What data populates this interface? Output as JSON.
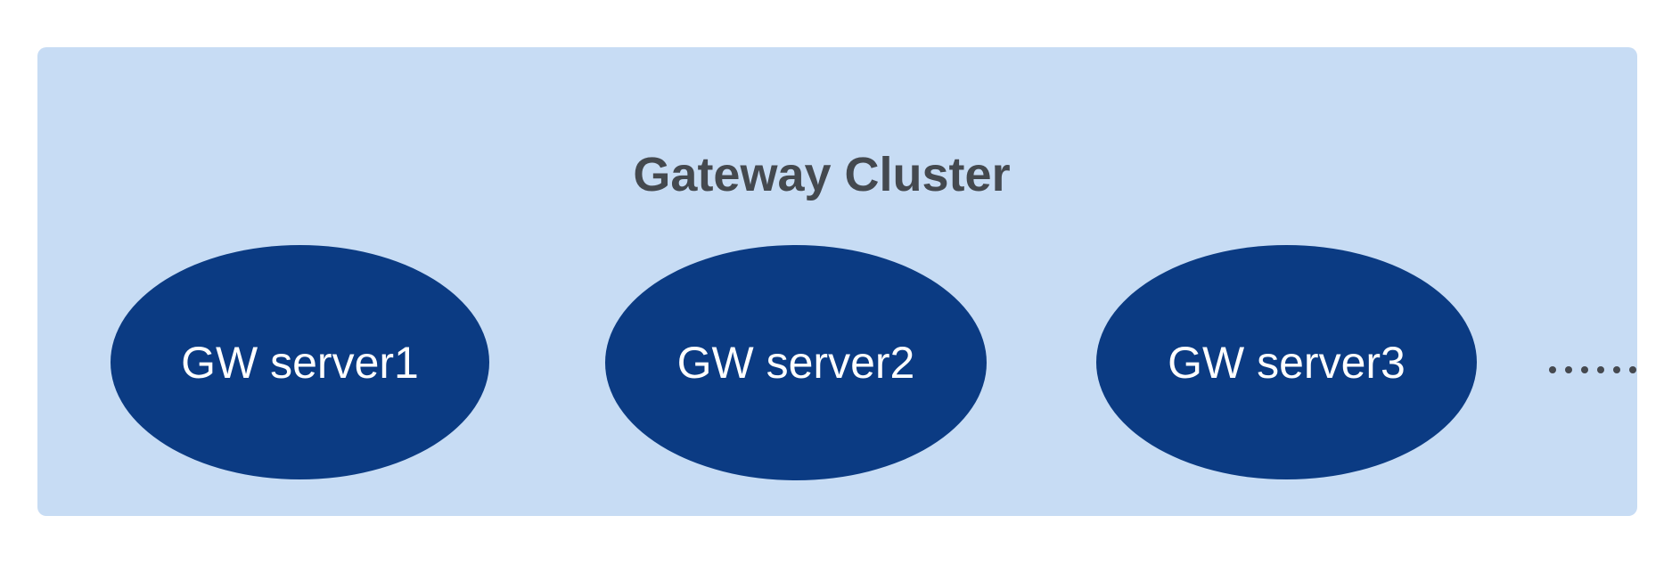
{
  "diagram": {
    "title": "Gateway Cluster",
    "servers": [
      {
        "label": "GW server1"
      },
      {
        "label": "GW server2"
      },
      {
        "label": "GW server3"
      }
    ],
    "ellipsis": "......",
    "colors": {
      "page_bg": "#ffffff",
      "box_bg": "#c7dcf4",
      "ellipse_fill": "#0b3b83",
      "ellipse_text": "#ffffff",
      "title_text": "#44494f",
      "dots": "#45494f"
    }
  }
}
